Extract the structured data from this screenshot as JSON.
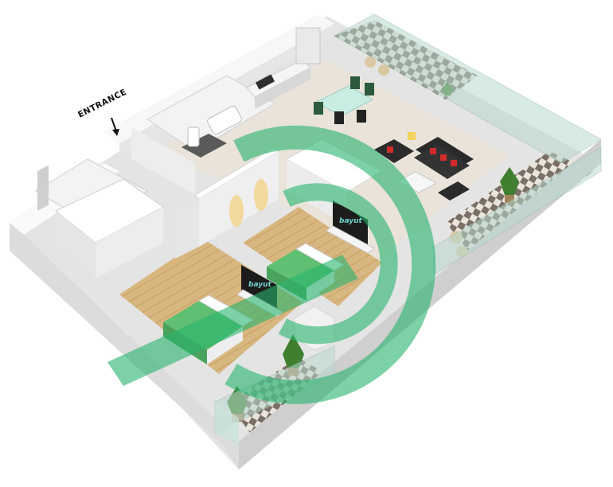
{
  "floorplan": {
    "entrance_label": "ENTRANCE",
    "tv_brand_text": "bayut",
    "watermark": "bayut logo",
    "colors": {
      "wall": "#f2f2f2",
      "wall_shadow": "#d9d9d9",
      "floor_wood": "#d6b27a",
      "floor_tile": "#e6e1d8",
      "bed_green": "#5fbf72",
      "sofa": "#2b2b2b",
      "cushion_red": "#d22b2b",
      "glass": "#b9d9cf",
      "watermark_green": "#28b46e"
    },
    "icons": [
      "entrance-arrow-icon",
      "bayut-watermark-icon"
    ]
  }
}
